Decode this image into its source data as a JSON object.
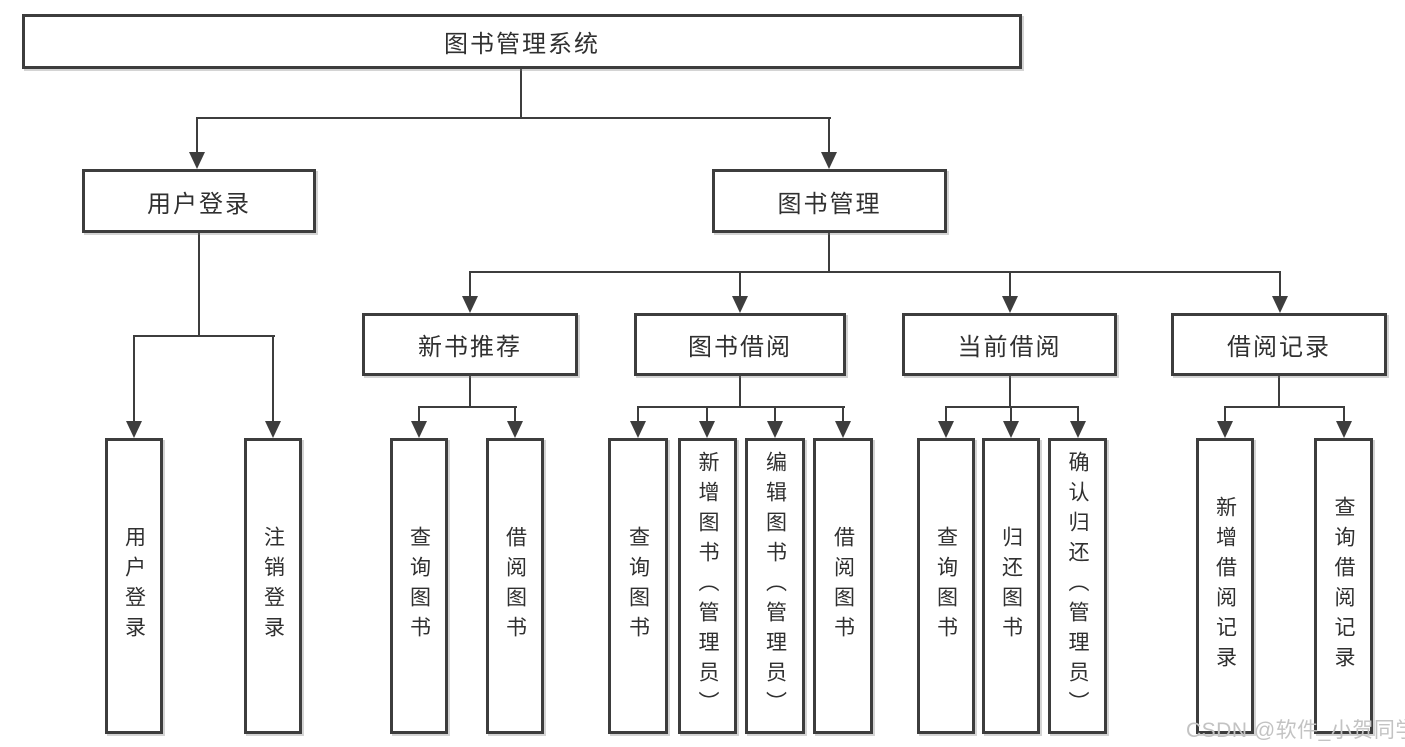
{
  "tree": {
    "root": "图书管理系统",
    "children": [
      {
        "label": "用户登录",
        "children": [
          {
            "label": "用户登录"
          },
          {
            "label": "注销登录"
          }
        ]
      },
      {
        "label": "图书管理",
        "children": [
          {
            "label": "新书推荐",
            "children": [
              {
                "label": "查询图书"
              },
              {
                "label": "借阅图书"
              }
            ]
          },
          {
            "label": "图书借阅",
            "children": [
              {
                "label": "查询图书"
              },
              {
                "label": "新增图书（管理员）"
              },
              {
                "label": "编辑图书（管理员）"
              },
              {
                "label": "借阅图书"
              }
            ]
          },
          {
            "label": "当前借阅",
            "children": [
              {
                "label": "查询图书"
              },
              {
                "label": "归还图书"
              },
              {
                "label": "确认归还（管理员）"
              }
            ]
          },
          {
            "label": "借阅记录",
            "children": [
              {
                "label": "新增借阅记录"
              },
              {
                "label": "查询借阅记录"
              }
            ]
          }
        ]
      }
    ]
  },
  "watermark": {
    "text": "CSDN @软件_小贺同学"
  },
  "colors": {
    "line": "#3d3d3d",
    "text": "#303030",
    "watermark": "#c3c3c3",
    "background": "#ffffff"
  }
}
